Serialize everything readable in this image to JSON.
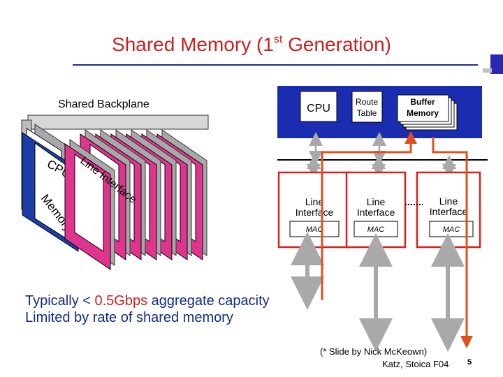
{
  "slide": {
    "title_main": "Shared Memory (1",
    "title_sup": "st",
    "title_end": " Generation)",
    "page_number": "5"
  },
  "backplane": {
    "label": "Shared Backplane",
    "cpu_card": "CPU",
    "memory_card": "Memory",
    "line_card": "Line Interface"
  },
  "system": {
    "cpu": "CPU",
    "route_table": "Route Table",
    "buffer_memory": "Buffer Memory",
    "line_interface": "Line Interface",
    "mac": "MAC"
  },
  "bullets": {
    "line1_pre": "Typically < ",
    "line1_hl": "0.5Gbps",
    "line1_post": " aggregate capacity",
    "line2": "Limited by rate of shared memory"
  },
  "credit": {
    "line1": "(* Slide by Nick McKeown)",
    "line2": "Katz, Stoica F04"
  },
  "colors": {
    "title": "#cc1f1f",
    "system_bus": "#1a2db0",
    "line_card_fill": "#e0358f",
    "line_card_shadow": "#a8a8a8",
    "interface_border": "#d82020",
    "path_arrow": "#e0501a"
  }
}
